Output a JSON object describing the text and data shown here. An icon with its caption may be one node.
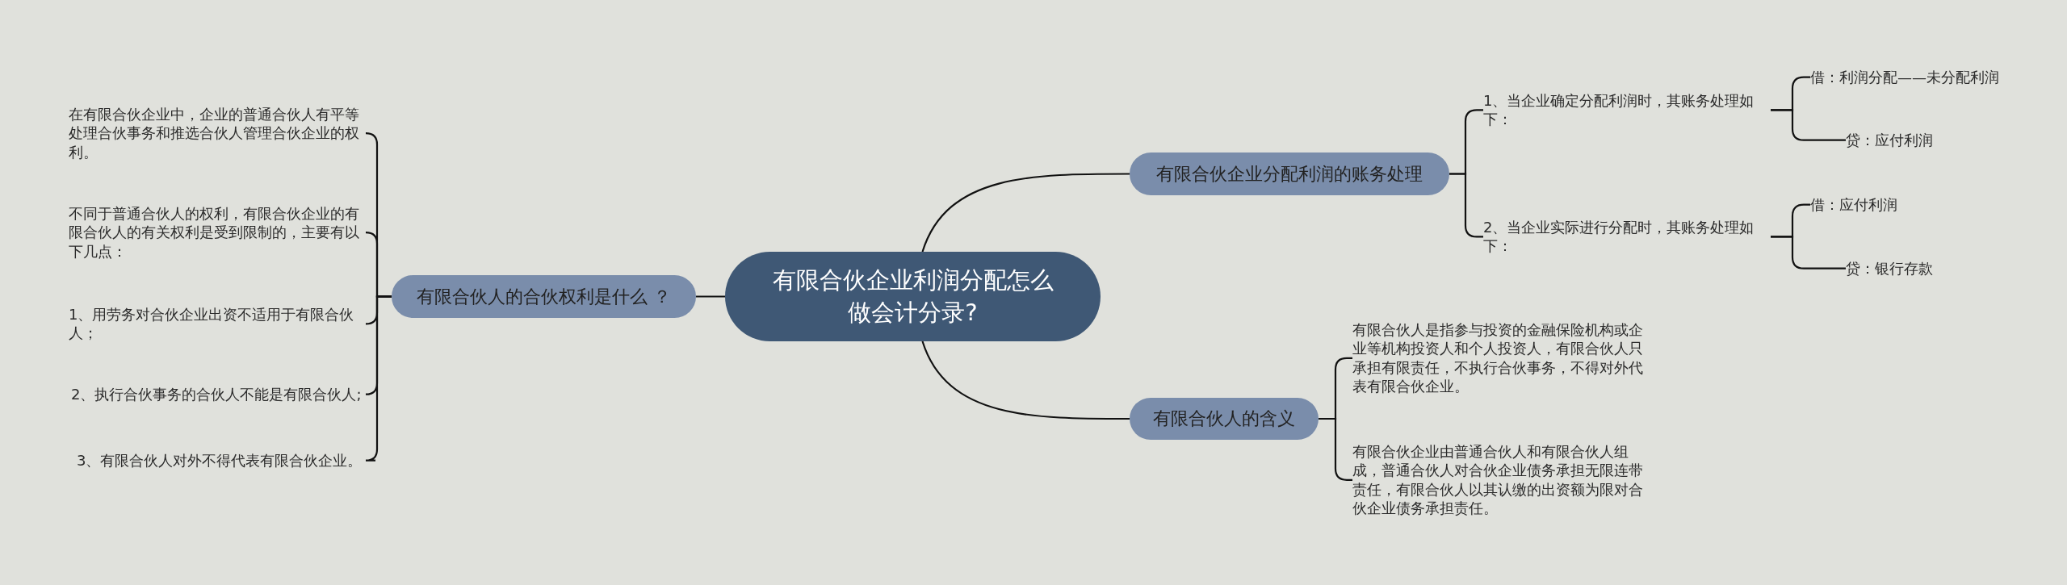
{
  "diagram": {
    "nodes": [
      {
        "text": [
          "有限合伙企业利润分配怎么做会计分录?"
        ]
      },
      {
        "text": [
          "有限合伙人的合伙权利是什么 ？"
        ]
      },
      {
        "text": [
          "在有限合伙企业中，企业的普通合伙人有平等处理合伙事务和推选合伙人管理合伙企业的权利。"
        ]
      },
      {
        "text": [
          "不同于普通合伙人的权利，有限合伙企业的有限合伙人的有关权利是受到限制的，主要有以下几点："
        ]
      },
      {
        "text": [
          "1、用劳务对合伙企业出资不适用于有限合伙人；"
        ]
      },
      {
        "text": [
          "2、执行合伙事务的合伙人不能是有限合伙人;"
        ]
      },
      {
        "text": [
          "3、有限合伙人对外不得代表有限合伙企业。"
        ]
      },
      {
        "text": [
          "有限合伙企业分配利润的账务处理"
        ]
      },
      {
        "text": [
          "1、当企业确定分配利润时，其账务处理如下："
        ]
      },
      {
        "text": [
          "借：利润分配——未分配利润"
        ]
      },
      {
        "text": [
          "贷：应付利润"
        ]
      },
      {
        "text": [
          "2、当企业实际进行分配时，其账务处理如下："
        ]
      },
      {
        "text": [
          "借：应付利润"
        ]
      },
      {
        "text": [
          "贷：银行存款"
        ]
      },
      {
        "text": [
          "有限合伙人的含义"
        ]
      },
      {
        "text": [
          "有限合伙人是指参与投资的金融保险机构或企业等机构投资人和个人投资人，有限合伙人只承担有限责任，不执行合伙事务，不得对外代表有限合伙企业。"
        ]
      },
      {
        "text": [
          "有限合伙企业由普通合伙人和有限合伙人组成，普通合伙人对合伙企业债务承担无限连带责任，有限合伙人以其认缴的出资额为限对合伙企业债务承担责任。"
        ]
      }
    ],
    "edges": [
      {
        "from": 0,
        "to": 1,
        "arrow": "none"
      },
      {
        "from": 1,
        "to": 2,
        "arrow": "none"
      },
      {
        "from": 1,
        "to": 3,
        "arrow": "none"
      },
      {
        "from": 1,
        "to": 4,
        "arrow": "none"
      },
      {
        "from": 1,
        "to": 5,
        "arrow": "none"
      },
      {
        "from": 1,
        "to": 6,
        "arrow": "none"
      },
      {
        "from": 0,
        "to": 7,
        "arrow": "none"
      },
      {
        "from": 7,
        "to": 8,
        "arrow": "none"
      },
      {
        "from": 8,
        "to": 9,
        "arrow": "none"
      },
      {
        "from": 8,
        "to": 10,
        "arrow": "none"
      },
      {
        "from": 7,
        "to": 11,
        "arrow": "none"
      },
      {
        "from": 11,
        "to": 12,
        "arrow": "none"
      },
      {
        "from": 11,
        "to": 13,
        "arrow": "none"
      },
      {
        "from": 0,
        "to": 14,
        "arrow": "none"
      },
      {
        "from": 14,
        "to": 15,
        "arrow": "none"
      },
      {
        "from": 14,
        "to": 16,
        "arrow": "none"
      }
    ]
  }
}
